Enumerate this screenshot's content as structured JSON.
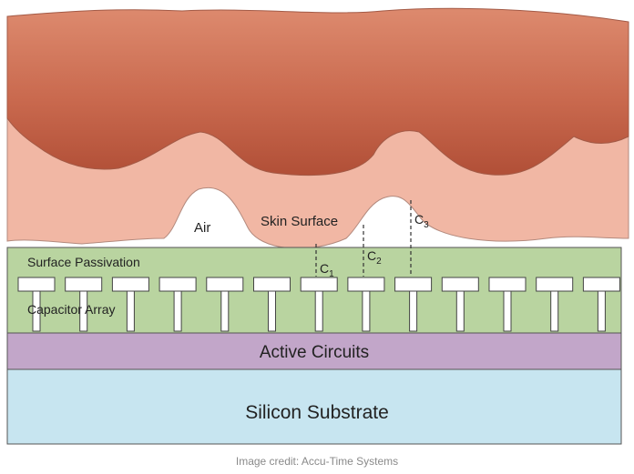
{
  "diagram": {
    "labels": {
      "air": "Air",
      "skin_surface": "Skin Surface",
      "surface_passivation": "Surface Passivation",
      "capacitor_array": "Capacitor Array",
      "active_circuits": "Active Circuits",
      "silicon_substrate": "Silicon Substrate"
    },
    "capacitances": [
      {
        "letter": "C",
        "sub": "1"
      },
      {
        "letter": "C",
        "sub": "2"
      },
      {
        "letter": "C",
        "sub": "3"
      }
    ],
    "capacitor_count": 13,
    "colors": {
      "skin_light": "#f1b7a4",
      "skin_dark": "#b7563e",
      "passivation": "#b9d4a0",
      "active_circuits": "#c2a6c9",
      "substrate": "#c7e5f0",
      "outline": "#555555"
    }
  },
  "credit": "Image credit: Accu-Time Systems"
}
